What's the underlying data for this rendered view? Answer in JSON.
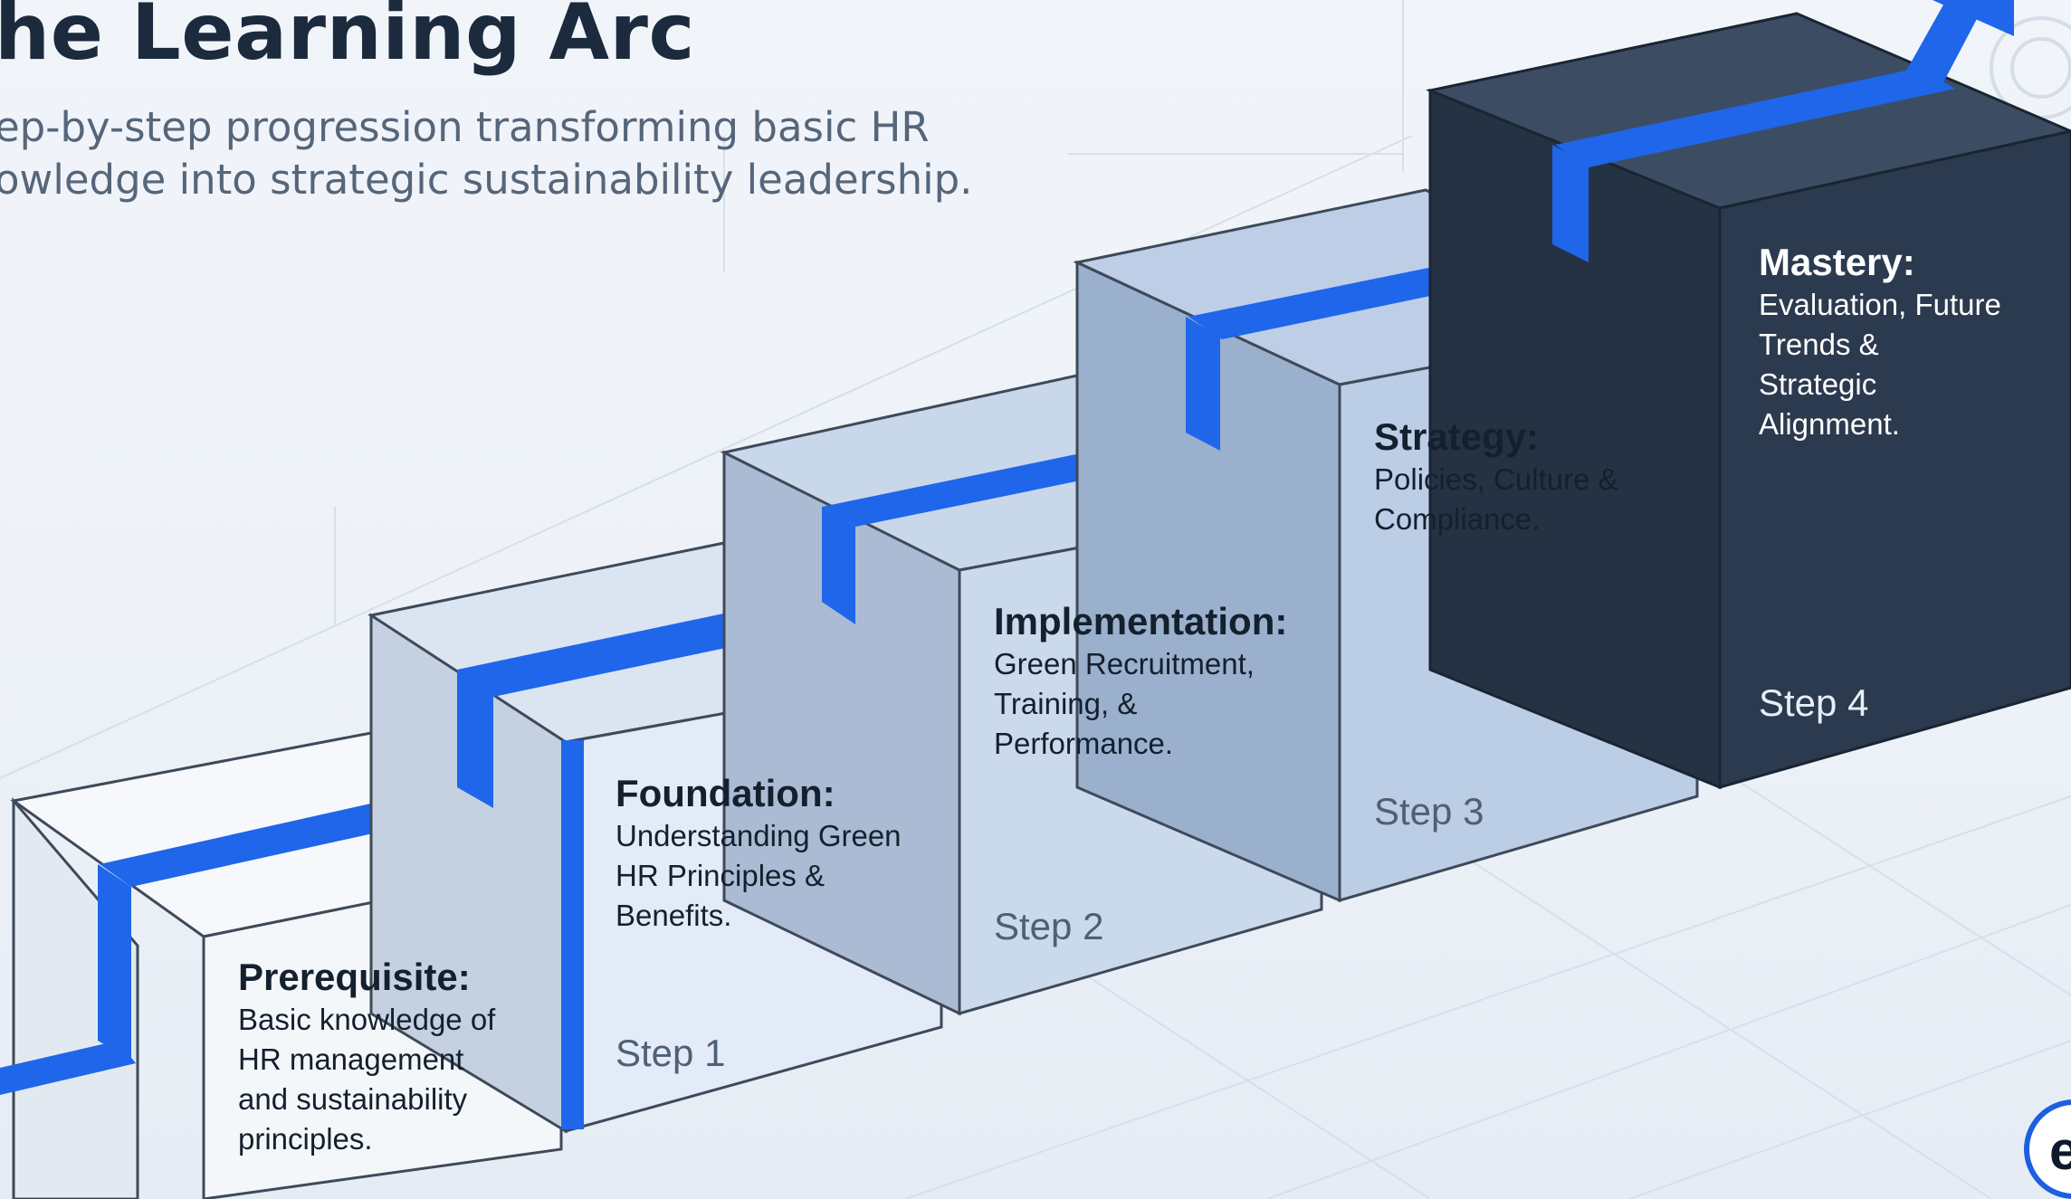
{
  "title": "he Learning Arc",
  "subtitle": "ep-by-step progression transforming basic HR\nowledge into strategic sustainability leadership.",
  "steps": [
    {
      "heading": "Prerequisite:",
      "description": "Basic knowledge of\nHR management\nand sustainability\nprinciples.",
      "label": ""
    },
    {
      "heading": "Foundation:",
      "description": "Understanding Green\nHR Principles &\nBenefits.",
      "label": "Step 1"
    },
    {
      "heading": "Implementation:",
      "description": "Green Recruitment,\nTraining, &\nPerformance.",
      "label": "Step 2"
    },
    {
      "heading": "Strategy:",
      "description": "Policies, Culture &\nCompliance.",
      "label": "Step 3"
    },
    {
      "heading": "Mastery:",
      "description": "Evaluation, Future\nTrends &\nStrategic\nAlignment.",
      "label": "Step 4"
    }
  ],
  "colors": {
    "accent": "#1f66ea",
    "dark_block": "#2b3a4e",
    "title": "#1b2a3d"
  },
  "icons": [
    "growth-arrow-icon",
    "gear-icon",
    "logo-badge-icon"
  ],
  "logo_letter": "e"
}
